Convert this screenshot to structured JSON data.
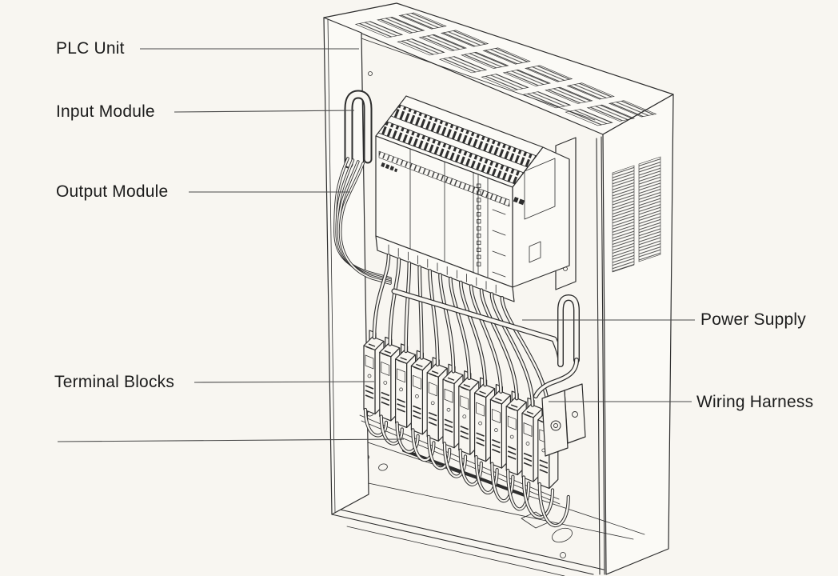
{
  "figure": {
    "subject": "PLC control panel enclosure - isometric technical line illustration",
    "colors": {
      "background": "#f8f6f1",
      "line": "#2d2d2d",
      "label_text": "#1c1c1c",
      "leader_line": "#4a4a4a"
    }
  },
  "labels": {
    "plc_unit": "PLC Unit",
    "input_module": "Input Module",
    "output_module": "Output Module",
    "terminal_blocks": "Terminal Blocks",
    "power_supply": "Power Supply",
    "wiring_harness": "Wiring Harness"
  }
}
